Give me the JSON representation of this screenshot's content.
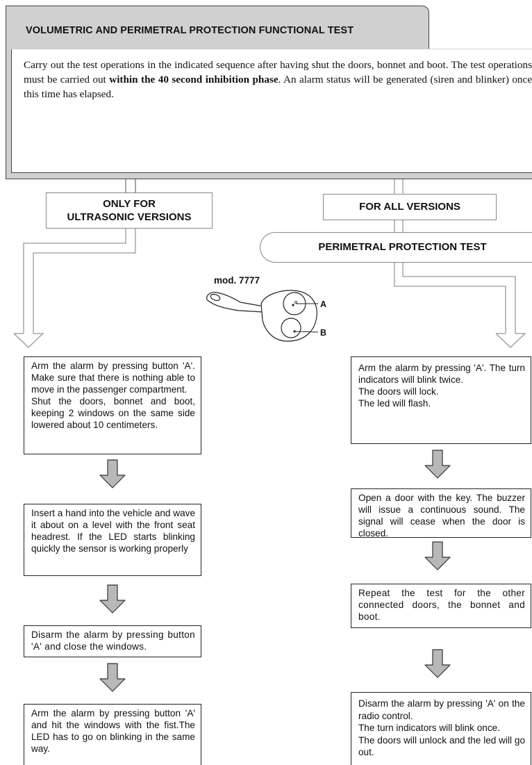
{
  "header": {
    "title": "VOLUMETRIC  AND PERIMETRAL PROTECTION FUNCTIONAL TEST"
  },
  "intro": {
    "text_before": "Carry out the test operations in the indicated sequence after having shut the doors, bonnet and boot. The test operations must be carried out ",
    "text_bold": "within the 40 second inhibition phase",
    "text_after": ". An alarm status will be generated (siren and blinker) once this time has elapsed."
  },
  "left": {
    "label_line1": "ONLY FOR",
    "label_line2": "ULTRASONIC VERSIONS",
    "steps": [
      "Arm the alarm by pressing button 'A'. Make sure that there is nothing able to move in the passenger compartment.\nShut the doors, bonnet and boot, keeping 2 windows on the same side lowered about 10 centimeters.",
      "Insert a hand into the vehicle and wave it about on a level with the front seat headrest. If the LED starts blinking quickly the sensor is working properly",
      "Disarm the alarm by pressing button 'A' and close the windows.",
      "Arm the alarm by pressing button 'A'  and hit the windows with the fist.The LED has to go on blinking in the same way."
    ]
  },
  "right": {
    "label": "FOR ALL VERSIONS",
    "sublabel": "PERIMETRAL PROTECTION TEST",
    "steps": [
      "Arm the alarm by pressing 'A'. The turn indicators will blink twice.\nThe doors will lock.\nThe led will flash.",
      "Open a door with the key. The buzzer will issue a continuous sound. The signal will cease when the door is closed.",
      "Repeat the test for the other connected doors, the bonnet and boot.",
      "Disarm the alarm by pressing 'A' on the radio control.\nThe turn indicators will blink once.\nThe doors will unlock and the led will go out."
    ]
  },
  "keyfob": {
    "model": "mod. 7777",
    "button_a": "A",
    "button_b": "B"
  },
  "colors": {
    "panel_gray": "#d0d0d0",
    "arrow_gray": "#b0b0b0",
    "border": "#444444"
  }
}
